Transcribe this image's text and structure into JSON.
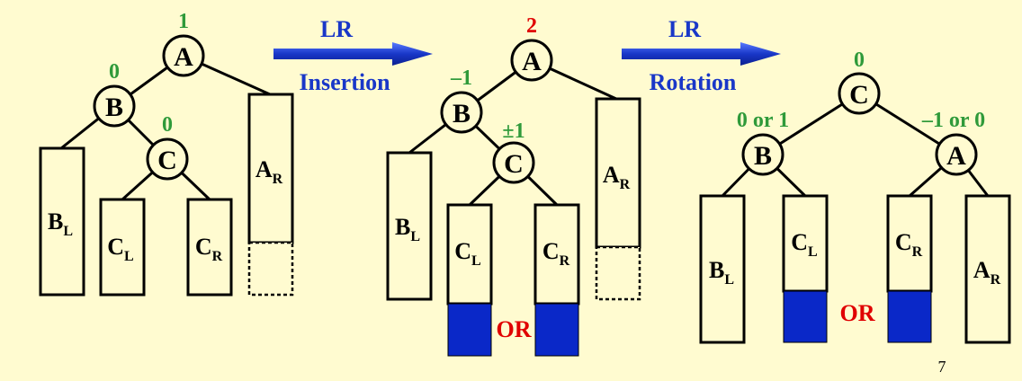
{
  "colors": {
    "background": "#fffbd0",
    "balance_green": "#2f9a3a",
    "balance_red": "#e00000",
    "arrow_blue": "#1937c8",
    "fill_blue": "#0a28c8",
    "or_red": "#e00000"
  },
  "tree1": {
    "A": {
      "label": "A",
      "balance": "1"
    },
    "B": {
      "label": "B",
      "balance": "0"
    },
    "C": {
      "label": "C",
      "balance": "0"
    },
    "BL": {
      "main": "B",
      "sub": "L"
    },
    "CL": {
      "main": "C",
      "sub": "L"
    },
    "CR": {
      "main": "C",
      "sub": "R"
    },
    "AR": {
      "main": "A",
      "sub": "R"
    }
  },
  "arrow1": {
    "top": "LR",
    "bottom": "Insertion"
  },
  "tree2": {
    "A": {
      "label": "A",
      "balance": "2"
    },
    "B": {
      "label": "B",
      "balance": "–1"
    },
    "C": {
      "label": "C",
      "balance": "±1"
    },
    "BL": {
      "main": "B",
      "sub": "L"
    },
    "CL": {
      "main": "C",
      "sub": "L"
    },
    "CR": {
      "main": "C",
      "sub": "R"
    },
    "AR": {
      "main": "A",
      "sub": "R"
    },
    "or_label": "OR"
  },
  "arrow2": {
    "top": "LR",
    "bottom": "Rotation"
  },
  "tree3": {
    "C": {
      "label": "C",
      "balance": "0"
    },
    "B": {
      "label": "B",
      "balance": "0 or 1"
    },
    "A": {
      "label": "A",
      "balance": "–1 or 0"
    },
    "BL": {
      "main": "B",
      "sub": "L"
    },
    "CL": {
      "main": "C",
      "sub": "L"
    },
    "CR": {
      "main": "C",
      "sub": "R"
    },
    "AR": {
      "main": "A",
      "sub": "R"
    },
    "or_label": "OR"
  },
  "page_number": "7"
}
